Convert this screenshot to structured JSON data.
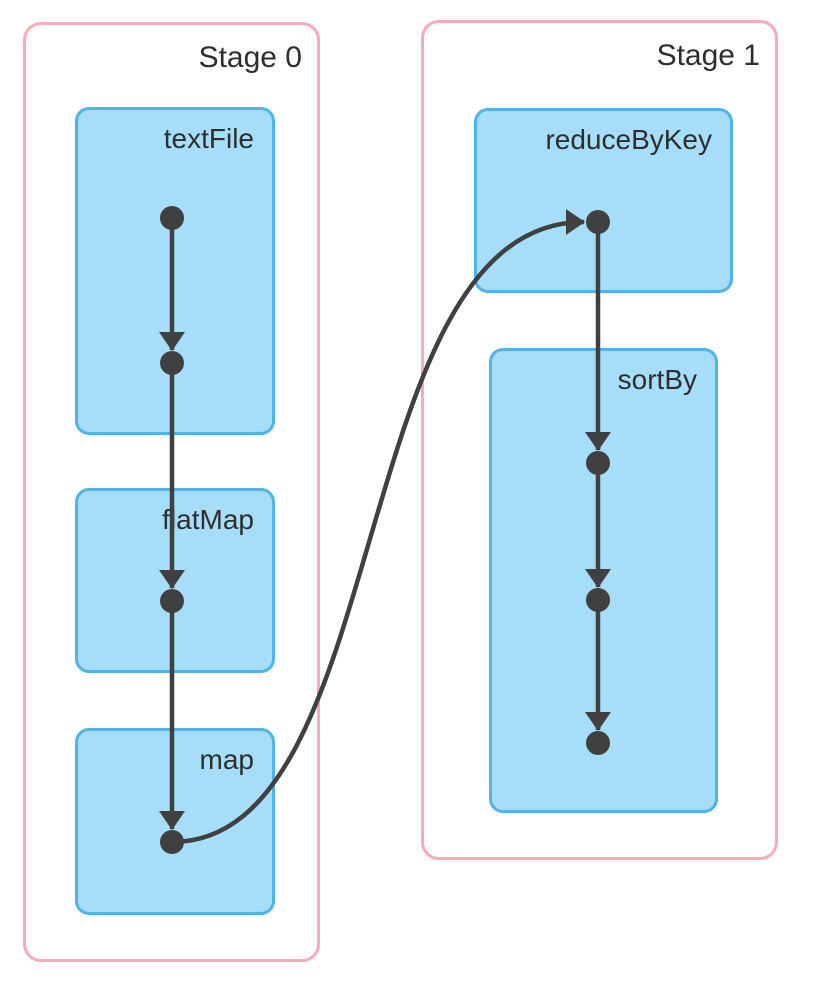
{
  "colors": {
    "stage_border": "#F9AAB7",
    "operation_fill": "#A6DDF8",
    "operation_border": "#50B4E8",
    "edge": "#404040",
    "label_text": "#2E2E2E",
    "background": "#FFFFFF"
  },
  "dag": {
    "type": "spark-dag-visualization",
    "stages": [
      {
        "label": "Stage 0",
        "operations": [
          {
            "label": "textFile",
            "dot_count": 2
          },
          {
            "label": "flatMap",
            "dot_count": 1
          },
          {
            "label": "map",
            "dot_count": 1
          }
        ]
      },
      {
        "label": "Stage 1",
        "operations": [
          {
            "label": "reduceByKey",
            "dot_count": 1
          },
          {
            "label": "sortBy",
            "dot_count": 3
          }
        ]
      }
    ],
    "edges": [
      "textFile.1 -> textFile.2",
      "textFile.2 -> flatMap.1",
      "flatMap.1 -> map.1",
      "map.1 -> reduceByKey.1",
      "reduceByKey.1 -> sortBy.1",
      "sortBy.1 -> sortBy.2",
      "sortBy.2 -> sortBy.3"
    ]
  }
}
